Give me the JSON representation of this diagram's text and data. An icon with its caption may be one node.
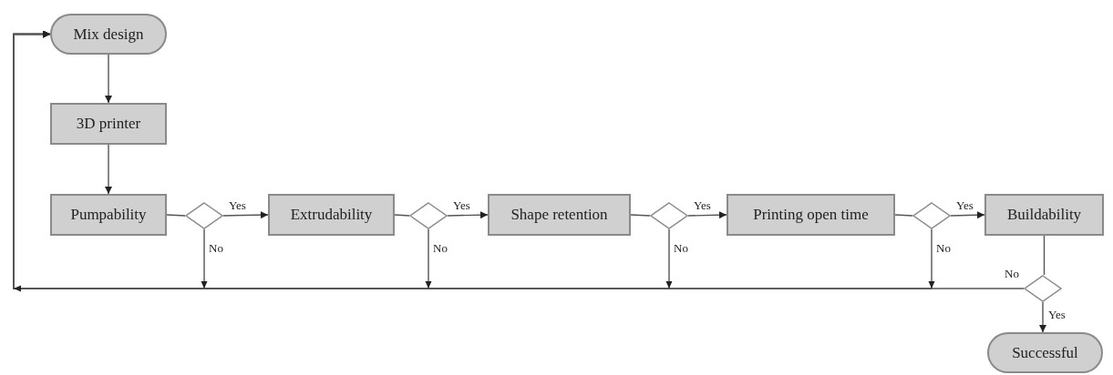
{
  "diagram": {
    "nodes": [
      {
        "text": [
          "Mix design"
        ]
      },
      {
        "text": [
          "3D printer"
        ]
      },
      {
        "text": [
          "Pumpability"
        ]
      },
      {
        "text": [],
        "shape": "diamond"
      },
      {
        "text": [
          "Extrudability"
        ]
      },
      {
        "text": [],
        "shape": "diamond"
      },
      {
        "text": [
          "Shape retention"
        ]
      },
      {
        "text": [],
        "shape": "diamond"
      },
      {
        "text": [
          "Printing open time"
        ]
      },
      {
        "text": [],
        "shape": "diamond"
      },
      {
        "text": [
          "Buildability"
        ]
      },
      {
        "text": [],
        "shape": "diamond"
      },
      {
        "text": [
          "Successful"
        ]
      }
    ],
    "edges": [
      {
        "from": 0,
        "to": 1,
        "arrow": "to"
      },
      {
        "from": 1,
        "to": 2,
        "arrow": "to"
      },
      {
        "from": 2,
        "to": 3,
        "arrow": "none"
      },
      {
        "from": 3,
        "to": 4,
        "arrow": "to",
        "label": "Yes"
      },
      {
        "from": 4,
        "to": 5,
        "arrow": "none"
      },
      {
        "from": 5,
        "to": 6,
        "arrow": "to",
        "label": "Yes"
      },
      {
        "from": 6,
        "to": 7,
        "arrow": "none"
      },
      {
        "from": 7,
        "to": 8,
        "arrow": "to",
        "label": "Yes"
      },
      {
        "from": 8,
        "to": 9,
        "arrow": "none"
      },
      {
        "from": 9,
        "to": 10,
        "arrow": "to",
        "label": "Yes"
      },
      {
        "from": 10,
        "to": 11,
        "arrow": "none"
      },
      {
        "from": 11,
        "to": 12,
        "arrow": "to",
        "label": "Yes"
      },
      {
        "from": 3,
        "to": 0,
        "arrow": "to",
        "label": "No"
      },
      {
        "from": 5,
        "to": 0,
        "arrow": "to",
        "label": "No"
      },
      {
        "from": 7,
        "to": 0,
        "arrow": "to",
        "label": "No"
      },
      {
        "from": 9,
        "to": 0,
        "arrow": "to",
        "label": "No"
      },
      {
        "from": 11,
        "to": 0,
        "arrow": "to",
        "label": "No"
      }
    ]
  }
}
